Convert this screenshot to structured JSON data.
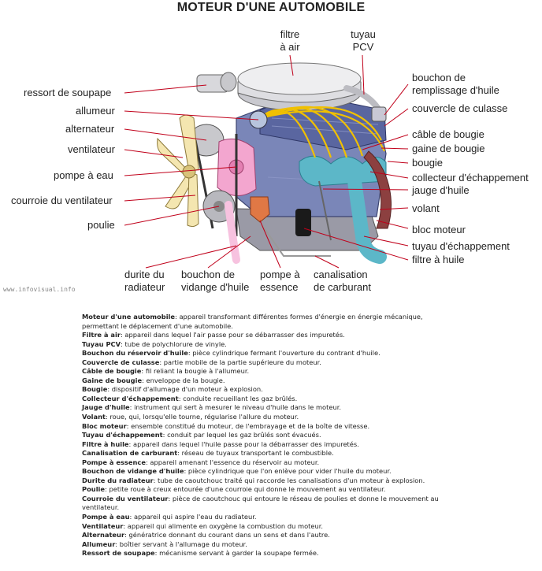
{
  "title": "MOTEUR D'UNE AUTOMOBILE",
  "watermark": "www.infovisual.info",
  "labels": {
    "ressort_soupape": "ressort de soupape",
    "allumeur": "allumeur",
    "alternateur": "alternateur",
    "ventilateur": "ventilateur",
    "pompe_eau": "pompe à eau",
    "courroie_ventilateur": "courroie du ventilateur",
    "poulie": "poulie",
    "filtre_air": [
      "filtre",
      "à air"
    ],
    "tuyau_pcv": [
      "tuyau",
      "PCV"
    ],
    "bouchon_remplissage": [
      "bouchon de",
      "remplissage d'huile"
    ],
    "couvercle_culasse": "couvercle de culasse",
    "cable_bougie": "câble de bougie",
    "gaine_bougie": "gaine de bougie",
    "bougie": "bougie",
    "collecteur": "collecteur d'échappement",
    "jauge": "jauge d'huile",
    "volant": "volant",
    "bloc_moteur": "bloc moteur",
    "tuyau_echappement": "tuyau d'échappement",
    "filtre_huile": "filtre à huile",
    "durite": [
      "durite du",
      "radiateur"
    ],
    "bouchon_vidange": [
      "bouchon de",
      "vidange d'huile"
    ],
    "pompe_essence": [
      "pompe à",
      "essence"
    ],
    "canalisation": [
      "canalisation",
      "de carburant"
    ]
  },
  "glossary": [
    {
      "term": "Moteur d'une automobile",
      "def": "appareil transformant différentes formes d'énergie en énergie mécanique, permettant le déplacement d'une automobile."
    },
    {
      "term": "Filtre à air",
      "def": "appareil dans lequel l'air passe pour se débarrasser des impuretés."
    },
    {
      "term": "Tuyau PCV",
      "def": "tube de polychlorure de vinyle."
    },
    {
      "term": "Bouchon du réservoir d'huile",
      "def": "pièce cylindrique fermant l'ouverture du contrant d'huile."
    },
    {
      "term": "Couvercle de culasse",
      "def": "partie mobile de la partie supérieure du moteur."
    },
    {
      "term": "Câble de bougie",
      "def": "fil reliant la bougie à l'allumeur."
    },
    {
      "term": "Gaine de bougie",
      "def": "enveloppe de la bougie."
    },
    {
      "term": "Bougie",
      "def": "dispositif d'allumage d'un moteur à explosion."
    },
    {
      "term": "Collecteur d'échappement",
      "def": "conduite recueillant les gaz brûlés."
    },
    {
      "term": "Jauge d'huile",
      "def": "instrument qui sert à mesurer le niveau d'huile dans le moteur."
    },
    {
      "term": "Volant",
      "def": "roue, qui, lorsqu'elle tourne, régularise l'allure du moteur."
    },
    {
      "term": "Bloc moteur",
      "def": "ensemble constitué du moteur, de l'embrayage et de la boîte de vitesse."
    },
    {
      "term": "Tuyau d'échappement",
      "def": "conduit par lequel les gaz brûlés sont évacués."
    },
    {
      "term": "Filtre à huile",
      "def": "appareil dans lequel l'huile passe pour la débarrasser des impuretés."
    },
    {
      "term": "Canalisation de carburant",
      "def": "réseau de tuyaux transportant le combustible."
    },
    {
      "term": "Pompe à essence",
      "def": "appareil amenant l'essence du réservoir au moteur."
    },
    {
      "term": "Bouchon de vidange d'huile",
      "def": "pièce cylindrique que l'on enlève pour vider l'huile du moteur."
    },
    {
      "term": "Durite du radiateur",
      "def": "tube de caoutchouc traité qui raccorde les canalisations d'un moteur à explosion."
    },
    {
      "term": "Poulie",
      "def": "petite roue à creux entourée d'une courroie qui donne le mouvement au ventilateur."
    },
    {
      "term": "Courroie du ventilateur",
      "def": "pièce de caoutchouc qui entoure le réseau de poulies et donne le mouvement au ventilateur."
    },
    {
      "term": "Pompe à eau",
      "def": "appareil qui aspire l'eau du radiateur."
    },
    {
      "term": "Ventilateur",
      "def": "appareil qui alimente en oxygène la combustion du moteur."
    },
    {
      "term": "Alternateur",
      "def": "génératrice donnant du courant dans un sens et dans l'autre."
    },
    {
      "term": "Allumeur",
      "def": "boîtier servant à l'allumage du moteur."
    },
    {
      "term": "Ressort de soupape",
      "def": "mécanisme servant à garder la soupape fermée."
    }
  ],
  "colors": {
    "leader": "#c0001a",
    "block": "#7a86b8",
    "block_dark": "#4e5a8e",
    "filter_housing": "#d7d7d7",
    "fan": "#f4e6b0",
    "pump": "#f3a6cf",
    "manifold": "#5cb7c8",
    "wires": "#f0c000",
    "durite": "#f7c2df"
  }
}
